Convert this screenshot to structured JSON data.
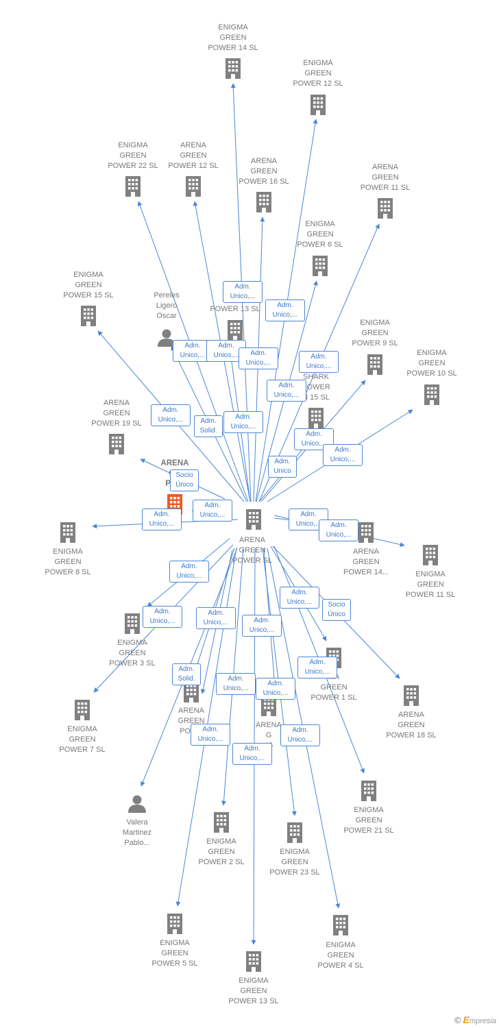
{
  "colors": {
    "node": "#808080",
    "highlight": "#ee5a24",
    "edge": "#4a86d4",
    "label": "#777777"
  },
  "center": {
    "label": "ARENA\nGREEN\nPOWER  SL"
  },
  "nodes": [
    {
      "id": "n_eg14",
      "label": "ENIGMA\nGREEN\nPOWER 14  SL",
      "type": "company"
    },
    {
      "id": "n_eg12",
      "label": "ENIGMA\nGREEN\nPOWER 12  SL",
      "type": "company"
    },
    {
      "id": "n_eg22",
      "label": "ENIGMA\nGREEN\nPOWER 22  SL",
      "type": "company"
    },
    {
      "id": "n_ag12",
      "label": "ARENA\nGREEN\nPOWER 12  SL",
      "type": "company"
    },
    {
      "id": "n_ag16",
      "label": "ARENA\nGREEN\nPOWER 16  SL",
      "type": "company"
    },
    {
      "id": "n_ag11",
      "label": "ARENA\nGREEN\nPOWER 11  SL",
      "type": "company"
    },
    {
      "id": "n_eg6",
      "label": "ENIGMA\nGREEN\nPOWER 6  SL",
      "type": "company"
    },
    {
      "id": "n_eg15",
      "label": "ENIGMA\nGREEN\nPOWER 15  SL",
      "type": "company"
    },
    {
      "id": "n_pereles",
      "label": "Pereles\nLigero\nOscar",
      "type": "person"
    },
    {
      "id": "n_ag13",
      "label": "A\nG\nPOWER 13  SL",
      "type": "company"
    },
    {
      "id": "n_eg9",
      "label": "ENIGMA\nGREEN\nPOWER 9  SL",
      "type": "company"
    },
    {
      "id": "n_eg10",
      "label": "ENIGMA\nGREEN\nPOWER 10  SL",
      "type": "company"
    },
    {
      "id": "n_shark",
      "label": "SHARK\nPOWER\nN 15  SL",
      "type": "company"
    },
    {
      "id": "n_ag19",
      "label": "ARENA\nGREEN\nPOWER 19  SL",
      "type": "company"
    },
    {
      "id": "n_agpow",
      "label": "ARENA\nGR\nPOW",
      "type": "company_highlight"
    },
    {
      "id": "n_eg8",
      "label": "ENIGMA\nGREEN\nPOWER 8  SL",
      "type": "company"
    },
    {
      "id": "n_ag14",
      "label": "ARENA\nGREEN\nPOWER 14...",
      "type": "company"
    },
    {
      "id": "n_eg11",
      "label": "ENIGMA\nGREEN\nPOWER 11  SL",
      "type": "company"
    },
    {
      "id": "n_eg3",
      "label": "ENIGMA\nGREEN\nPOWER 3  SL",
      "type": "company"
    },
    {
      "id": "n_eg7",
      "label": "ENIGMA\nGREEN\nPOWER 7  SL",
      "type": "company"
    },
    {
      "id": "n_agpow2",
      "label": "ARENA\nGREEN\nPOWE",
      "type": "company"
    },
    {
      "id": "n_ag15",
      "label": "ARENA\nG\n15",
      "type": "company"
    },
    {
      "id": "n_eg1",
      "label": "MA\nGREEN\nPOWER 1  SL",
      "type": "company"
    },
    {
      "id": "n_ag18",
      "label": "ARENA\nGREEN\nPOWER 18  SL",
      "type": "company"
    },
    {
      "id": "n_eg21",
      "label": "ENIGMA\nGREEN\nPOWER 21  SL",
      "type": "company"
    },
    {
      "id": "n_valera",
      "label": "Valera\nMartinez\nPablo...",
      "type": "person"
    },
    {
      "id": "n_eg2",
      "label": "ENIGMA\nGREEN\nPOWER 2  SL",
      "type": "company"
    },
    {
      "id": "n_eg23",
      "label": "ENIGMA\nGREEN\nPOWER 23  SL",
      "type": "company"
    },
    {
      "id": "n_eg5",
      "label": "ENIGMA\nGREEN\nPOWER 5  SL",
      "type": "company"
    },
    {
      "id": "n_eg13",
      "label": "ENIGMA\nGREEN\nPOWER 13  SL",
      "type": "company"
    },
    {
      "id": "n_eg4",
      "label": "ENIGMA\nGREEN\nPOWER 4  SL",
      "type": "company"
    }
  ],
  "edge_labels": [
    "Adm.\nUnico,...",
    "Adm.\nUnico,...",
    "Adm.\nUnico,...",
    "Adm.\nUnico,...",
    "Adm.\nUnico,...",
    "Adm.\nUnico,...",
    "Adm.\nUnico,...",
    "Adm.\nUnico,...",
    "Adm.\nSolid.",
    "Adm.\nUnico,...",
    "Adm.\nUnico,...",
    "Adm.\nUnico",
    "Adm.\nUnico,...",
    "Socio\nÚnico",
    "Adm.\nUnico,...",
    "Adm.\nUnico,...",
    "Adm.\nUnico,...",
    "Adm.\nUnico,...",
    "Adm.\nUnico,...",
    "Adm.\nUnico,...",
    "Adm.\nUnico,...",
    "Socio\nÚnico",
    "Adm.\nUnico,...",
    "Adm.\nUnico,...",
    "Adm.\nUnico,...",
    "Adm.\nSolid.",
    "Adm.\nUnico,...",
    "Adm.\nUnico,...",
    "Adm.\nUnico,...",
    "Adm.\nUnico,...",
    "Adm.\nUnico,...",
    "Adm.\nUnico,..."
  ],
  "copyright": {
    "symbol": "©",
    "brand_initial": "E",
    "brand_rest": "mpresia"
  }
}
